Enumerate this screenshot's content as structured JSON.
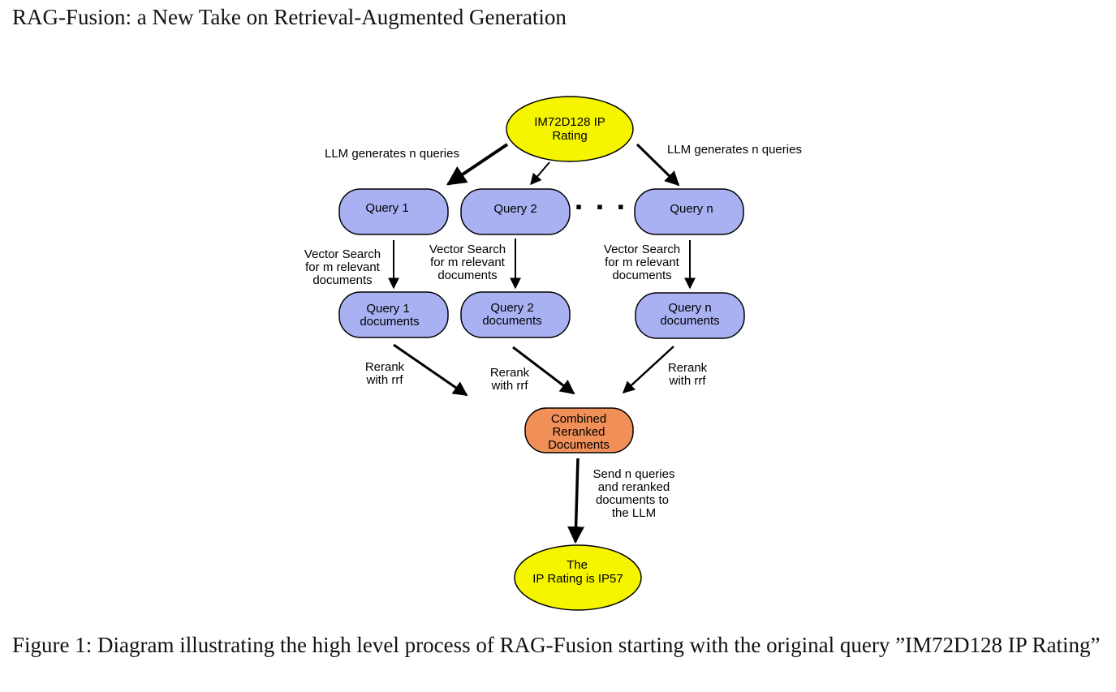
{
  "title": "RAG-Fusion: a New Take on Retrieval-Augmented Generation",
  "caption": "Figure 1: Diagram illustrating the high level process of RAG-Fusion starting with the original query ”IM72D128 IP Rating”",
  "colors": {
    "ellipse_fill": "#f5f500",
    "query_fill": "#a9b1f3",
    "combined_fill": "#f08f58",
    "stroke": "#000000"
  },
  "nodes": {
    "original_query": [
      "IM72D128 IP",
      "Rating"
    ],
    "query_1": "Query 1",
    "query_2": "Query 2",
    "ellipsis": "▪ ▪ ▪",
    "query_n": "Query n",
    "docs_1": [
      "Query 1",
      "documents"
    ],
    "docs_2": [
      "Query 2",
      "documents"
    ],
    "docs_n": [
      "Query n",
      "documents"
    ],
    "combined": [
      "Combined",
      "Reranked",
      "Documents"
    ],
    "answer": [
      "The",
      "IP Rating is IP57"
    ]
  },
  "edge_labels": {
    "llm_left": "LLM generates n queries",
    "llm_right": "LLM generates n queries",
    "vector_1": [
      "Vector Search",
      "for m relevant",
      "documents"
    ],
    "vector_2": [
      "Vector Search",
      "for m relevant",
      "documents"
    ],
    "vector_n": [
      "Vector Search",
      "for m relevant",
      "documents"
    ],
    "rerank_1": [
      "Rerank",
      "with rrf"
    ],
    "rerank_2": [
      "Rerank",
      "with rrf"
    ],
    "rerank_n": [
      "Rerank",
      "with rrf"
    ],
    "send": [
      "Send n queries",
      "and reranked",
      "documents to",
      "the LLM"
    ]
  }
}
